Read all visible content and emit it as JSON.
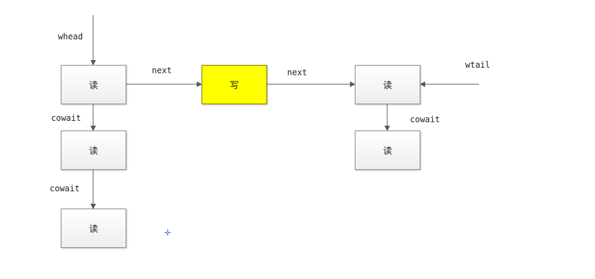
{
  "nodes": {
    "read_1": "读",
    "read_2": "读",
    "read_3": "读",
    "write_1": "写",
    "read_4": "读",
    "read_5": "读"
  },
  "labels": {
    "whead": "whead",
    "wtail": "wtail",
    "next_1": "next",
    "next_2": "next",
    "cowait_1": "cowait",
    "cowait_2": "cowait",
    "cowait_3": "cowait"
  },
  "colors": {
    "write_fill": "#ffff00",
    "read_fill": "#f2f2f2",
    "edge": "#595959"
  },
  "marker_icon": "plus-marker-icon"
}
